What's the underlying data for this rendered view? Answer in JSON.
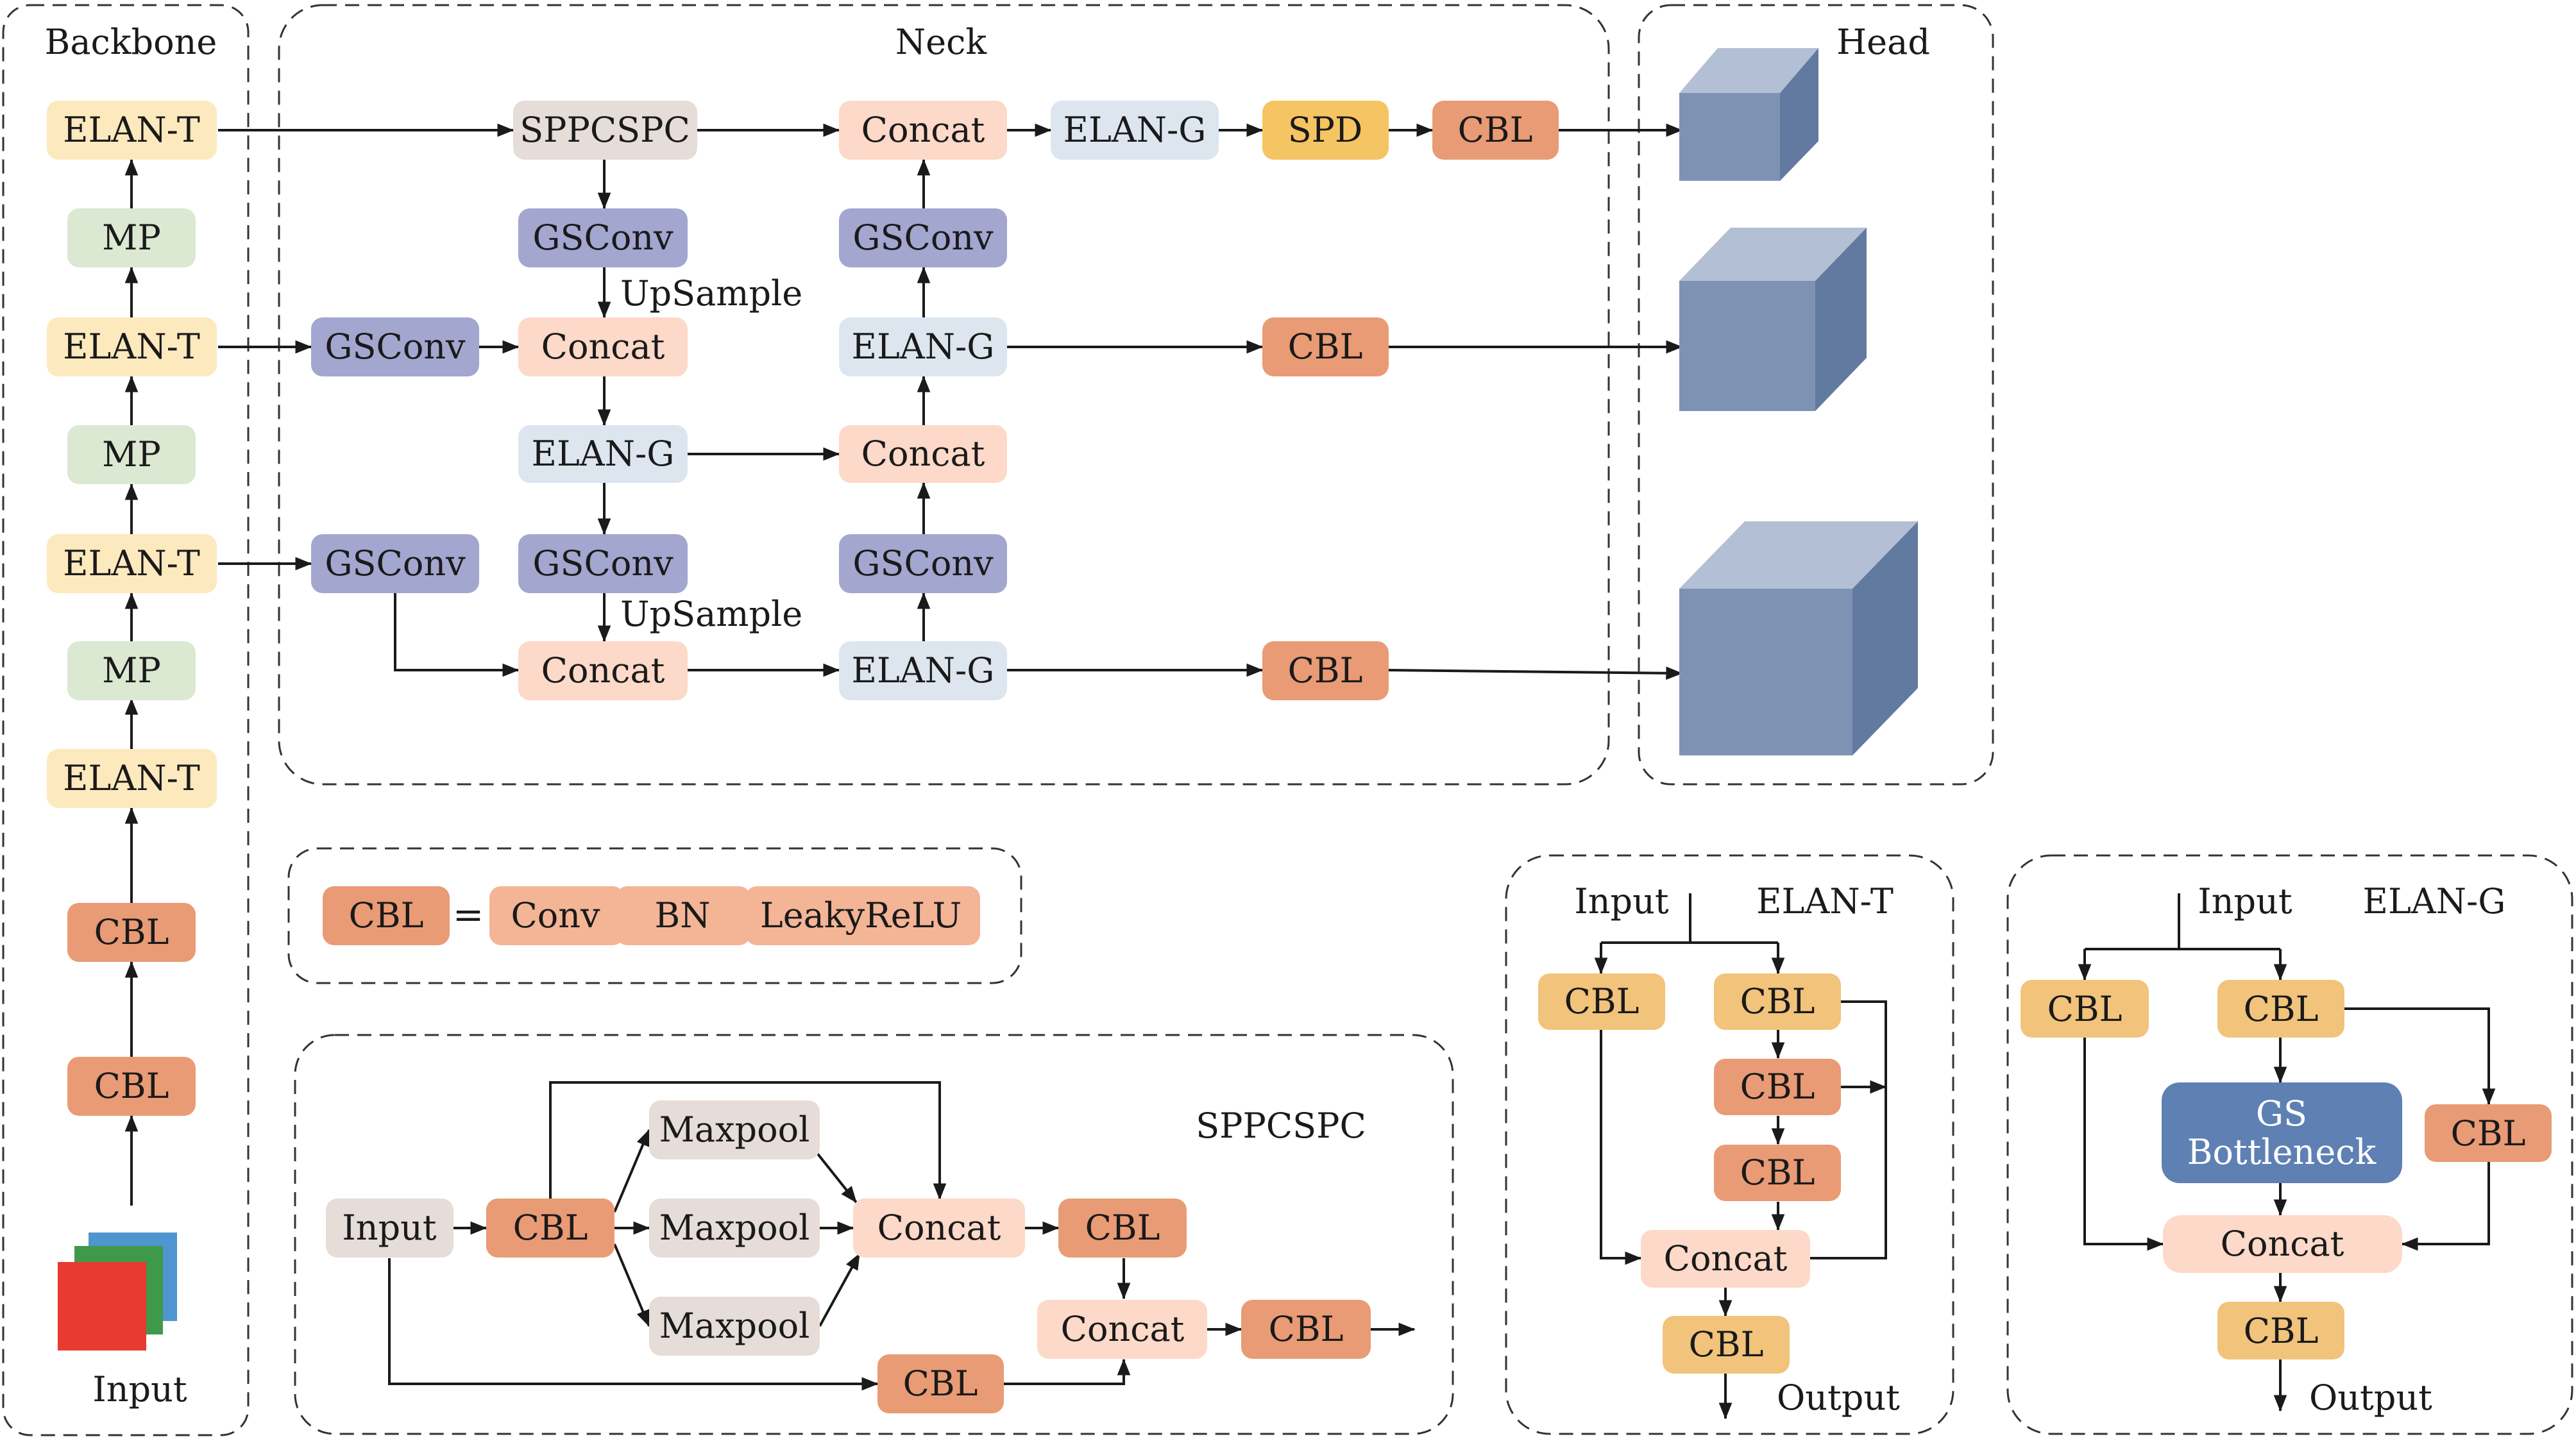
{
  "colors": {
    "elan_t": "#fde9be",
    "mp": "#dbe8d2",
    "cbl": "#e99b75",
    "gsconv": "#a3a6cf",
    "sppcspc": "#e6dcd8",
    "concat": "#fcd9c8",
    "elan_g": "#dde6ef",
    "spd": "#f5c463",
    "cbl_gold": "#f2c37b",
    "gs_bottleneck": "#5e80b3",
    "legend_parts": "#f3b596",
    "cube_front": "#7e93b4",
    "cube_top": "#b3bfd4",
    "cube_side": "#627a9f",
    "input_red": "#e83a30",
    "input_green": "#3e9a4a",
    "input_blue": "#4f95cf"
  },
  "panels": {
    "backbone": "Backbone",
    "neck": "Neck",
    "head": "Head",
    "sppcspc": "SPPCSPC",
    "elan_t": "ELAN-T",
    "elan_g": "ELAN-G"
  },
  "legend": {
    "cbl": "CBL",
    "equals": "=",
    "conv": "Conv",
    "bn": "BN",
    "leaky": "LeakyReLU"
  },
  "backbone": {
    "elan_t_1": "ELAN-T",
    "mp_1": "MP",
    "elan_t_2": "ELAN-T",
    "mp_2": "MP",
    "elan_t_3": "ELAN-T",
    "mp_3": "MP",
    "elan_t_4": "ELAN-T",
    "cbl_1": "CBL",
    "cbl_2": "CBL",
    "input": "Input"
  },
  "neck": {
    "sppcspc": "SPPCSPC",
    "gsconv_1": "GSConv",
    "upsample_1": "UpSample",
    "gsconv_2": "GSConv",
    "concat_1": "Concat",
    "elan_g_1": "ELAN-G",
    "gsconv_3": "GSConv",
    "upsample_2": "UpSample",
    "gsconv_4": "GSConv",
    "concat_2": "Concat",
    "concat_3": "Concat",
    "gsconv_5": "GSConv",
    "elan_g_2": "ELAN-G",
    "concat_4": "Concat",
    "elan_g_3": "ELAN-G",
    "gsconv_6": "GSConv",
    "elan_g_4": "ELAN-G",
    "spd": "SPD",
    "cbl_1": "CBL",
    "cbl_2": "CBL",
    "cbl_3": "CBL"
  },
  "spp_detail": {
    "input": "Input",
    "cbl_1": "CBL",
    "maxpool_1": "Maxpool",
    "maxpool_2": "Maxpool",
    "maxpool_3": "Maxpool",
    "concat_1": "Concat",
    "cbl_2": "CBL",
    "concat_2": "Concat",
    "cbl_3": "CBL",
    "cbl_4": "CBL"
  },
  "elan_t_detail": {
    "input": "Input",
    "cbl_1": "CBL",
    "cbl_2": "CBL",
    "cbl_3": "CBL",
    "cbl_4": "CBL",
    "concat": "Concat",
    "cbl_5": "CBL",
    "output": "Output"
  },
  "elan_g_detail": {
    "input": "Input",
    "cbl_1": "CBL",
    "cbl_2": "CBL",
    "gs_line1": "GS",
    "gs_line2": "Bottleneck",
    "cbl_3": "CBL",
    "concat": "Concat",
    "cbl_4": "CBL",
    "output": "Output"
  }
}
